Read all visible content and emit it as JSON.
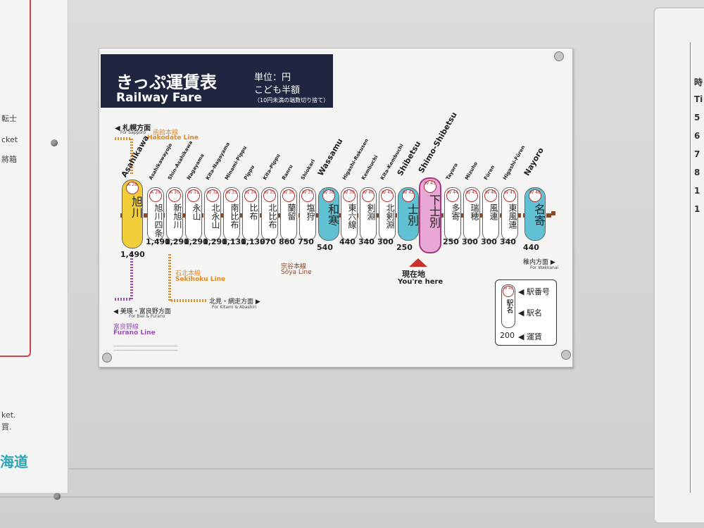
{
  "sign": {
    "title": "きっぷ運賃表",
    "subtitle": "Railway Fare",
    "unit": "単位：円",
    "child": "こども半額",
    "rounding_note": "（10円未満の端数切り捨て）"
  },
  "directions": {
    "sapporo_jp": "◀ 札幌方面",
    "sapporo_en": "For Sapporo",
    "hakodate_jp": "函館本線",
    "hakodate_en": "Hakodate Line",
    "sekihoku_jp": "石北本線",
    "sekihoku_en": "Sekihoku Line",
    "kitami_jp": "北見・網走方面 ▶",
    "kitami_en": "For Kitami & Abashiri",
    "furano_dir_jp": "◀ 美瑛・富良野方面",
    "furano_dir_en": "For Biei & Furano",
    "furano_line_jp": "富良野線",
    "furano_line_en": "Furano Line",
    "soya_jp": "宗谷本線",
    "soya_en": "Sōya Line",
    "wakkanai_jp": "稚内方面 ▶",
    "wakkanai_en": "For Wakkanai"
  },
  "stations": [
    {
      "code": "A 28",
      "name": "旭川",
      "romaji": "Asahikawa",
      "fare": "1,490",
      "style": "big yellow"
    },
    {
      "code": "A 29",
      "name": "旭川四条",
      "romaji": "Asahikawayojo",
      "fare": "1,490",
      "style": ""
    },
    {
      "code": "A 30",
      "name": "新旭川",
      "romaji": "Shin-Asahikawa",
      "fare": "1,290",
      "style": ""
    },
    {
      "code": "W 31",
      "name": "永山",
      "romaji": "Nagayama",
      "fare": "1,290",
      "style": ""
    },
    {
      "code": "W 32",
      "name": "北永山",
      "romaji": "Kita-Nagayama",
      "fare": "1,290",
      "style": ""
    },
    {
      "code": "W 33",
      "name": "南比布",
      "romaji": "Minami-Pippu",
      "fare": "1,130",
      "style": ""
    },
    {
      "code": "W 34",
      "name": "比布",
      "romaji": "Pippu",
      "fare": "1,130",
      "style": ""
    },
    {
      "code": "W 35",
      "name": "北比布",
      "romaji": "Kita-Pippu",
      "fare": "970",
      "style": ""
    },
    {
      "code": "W 36",
      "name": "蘭留",
      "romaji": "Ranru",
      "fare": "860",
      "style": ""
    },
    {
      "code": "W 37",
      "name": "塩狩",
      "romaji": "Shiokari",
      "fare": "750",
      "style": ""
    },
    {
      "code": "W 38",
      "name": "和寒",
      "romaji": "Wassamu",
      "fare": "540",
      "style": "big blue"
    },
    {
      "code": "W 39",
      "name": "東六線",
      "romaji": "Higashi-Rokusen",
      "fare": "440",
      "style": ""
    },
    {
      "code": "W 40",
      "name": "剣淵",
      "romaji": "Kembuchi",
      "fare": "340",
      "style": ""
    },
    {
      "code": "W 41",
      "name": "北剣淵",
      "romaji": "Kita-Kembuchi",
      "fare": "300",
      "style": ""
    },
    {
      "code": "W 42",
      "name": "士別",
      "romaji": "Shibetsu",
      "fare": "250",
      "style": "big blue"
    },
    {
      "code": "W 43",
      "name": "下士別",
      "romaji": "Shimo-Shibetsu",
      "fare": "",
      "style": "big pink"
    },
    {
      "code": "W 44",
      "name": "多寄",
      "romaji": "Tayoro",
      "fare": "250",
      "style": ""
    },
    {
      "code": "W 45",
      "name": "瑞穂",
      "romaji": "Mizuho",
      "fare": "300",
      "style": ""
    },
    {
      "code": "W 46",
      "name": "風連",
      "romaji": "Fūren",
      "fare": "300",
      "style": ""
    },
    {
      "code": "W 47",
      "name": "東風連",
      "romaji": "Higashi-Fūren",
      "fare": "340",
      "style": ""
    },
    {
      "code": "W 48",
      "name": "名寄",
      "romaji": "Nayoro",
      "fare": "440",
      "style": "big blue"
    }
  ],
  "current_location": {
    "jp": "現在地",
    "en": "You're here"
  },
  "legend": {
    "code": "W 43",
    "name": "駅名",
    "station_number": "駅番号",
    "station_name": "駅名",
    "fare": "運賃",
    "sample_fare": "200"
  },
  "left_poster": {
    "line1": "転士",
    "line2": "cket",
    "line3": "將箱",
    "line4": "ket.",
    "line5": "買.",
    "brand": "海道"
  },
  "right_board": {
    "cells": [
      "時",
      "Ti",
      "5",
      "6",
      "7",
      "8",
      "1",
      "1"
    ]
  }
}
